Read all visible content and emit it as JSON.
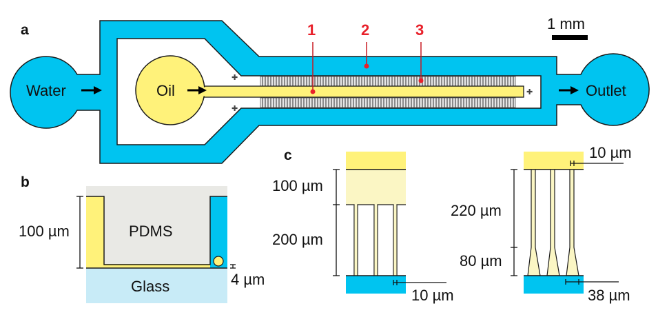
{
  "colors": {
    "water": "#00c4f0",
    "oil": "#fff27a",
    "oil_light": "#fbf6c4",
    "pdms": "#e9e9e5",
    "glass": "#c8ebf7",
    "comb": "#9a9a9a",
    "annotation": "#e8202a",
    "stroke": "#1a1a1a"
  },
  "panel_a": {
    "label": "a",
    "inlet_water": "Water",
    "inlet_oil": "Oil",
    "outlet": "Outlet",
    "scale_bar": "1 mm",
    "callouts": [
      "1",
      "2",
      "3"
    ]
  },
  "panel_b": {
    "label": "b",
    "material_top": "PDMS",
    "material_bottom": "Glass",
    "height_label": "100 µm",
    "gap_label": "4 µm"
  },
  "panel_c": {
    "label": "c",
    "left": {
      "top_height": "100 µm",
      "channel_height": "200 µm",
      "channel_width": "10 µm"
    },
    "right": {
      "top_width": "10 µm",
      "straight_height": "220 µm",
      "taper_height": "80 µm",
      "outlet_width": "38 µm"
    }
  }
}
